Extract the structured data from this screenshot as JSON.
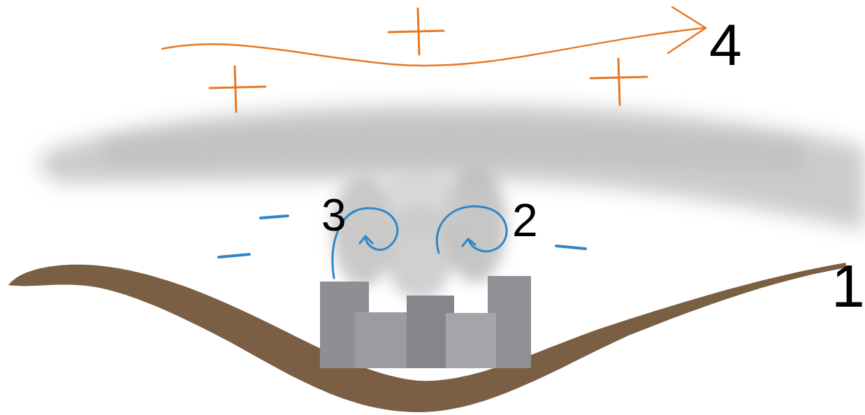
{
  "diagram": {
    "labels": [
      "4",
      "3",
      "2",
      "1"
    ]
  }
}
